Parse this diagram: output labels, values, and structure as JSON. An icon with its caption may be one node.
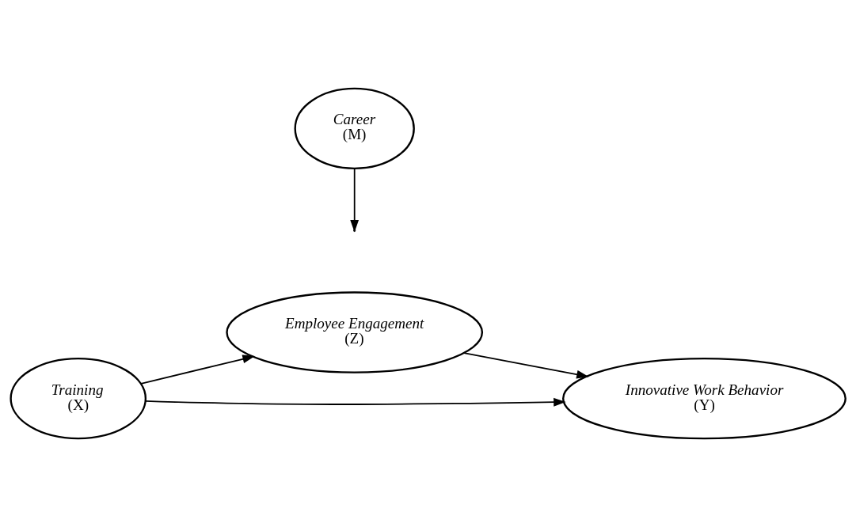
{
  "diagram": {
    "nodes": [
      {
        "text": [
          "Employee Engagement",
          "(Z)"
        ]
      },
      {
        "text": [
          "Training",
          "(X)"
        ]
      },
      {
        "text": [
          "Innovative Work Behavior",
          "(Y)"
        ]
      },
      {
        "text": [
          "Career",
          "(M)"
        ]
      }
    ],
    "edges": [
      {
        "from": 1,
        "to": 0,
        "arrow": "to"
      },
      {
        "from": 0,
        "to": 2,
        "arrow": "to"
      },
      {
        "from": 1,
        "to": 2,
        "arrow": "to"
      },
      {
        "from": 3,
        "to": null,
        "arrow": "to"
      }
    ]
  }
}
